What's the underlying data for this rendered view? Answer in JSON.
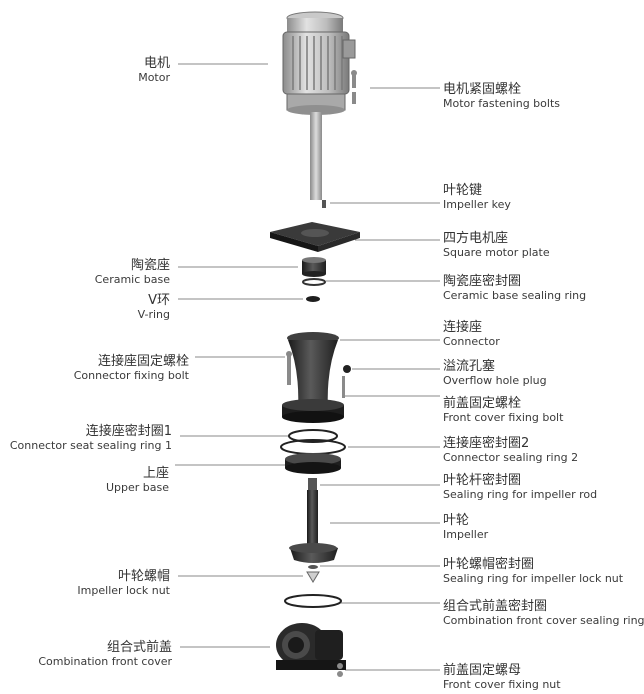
{
  "labels": {
    "motor": {
      "zh": "电机",
      "en": "Motor"
    },
    "motor_bolts": {
      "zh": "电机紧固螺栓",
      "en": "Motor fastening bolts"
    },
    "impeller_key": {
      "zh": "叶轮键",
      "en": "Impeller key"
    },
    "square_plate": {
      "zh": "四方电机座",
      "en": "Square motor plate"
    },
    "ceramic_base": {
      "zh": "陶瓷座",
      "en": "Ceramic base"
    },
    "ceramic_ring": {
      "zh": "陶瓷座密封圈",
      "en": "Ceramic base sealing ring"
    },
    "v_ring": {
      "zh": "V环",
      "en": "V-ring"
    },
    "connector": {
      "zh": "连接座",
      "en": "Connector"
    },
    "connector_bolt": {
      "zh": "连接座固定螺栓",
      "en": "Connector fixing bolt"
    },
    "overflow_plug": {
      "zh": "溢流孔塞",
      "en": "Overflow hole plug"
    },
    "front_cover_bolt": {
      "zh": "前盖固定螺栓",
      "en": "Front cover fixing bolt"
    },
    "conn_seat_ring1": {
      "zh": "连接座密封圈1",
      "en": "Connector seat sealing ring 1"
    },
    "conn_ring2": {
      "zh": "连接座密封圈2",
      "en": "Connector sealing ring 2"
    },
    "upper_base": {
      "zh": "上座",
      "en": "Upper base"
    },
    "rod_ring": {
      "zh": "叶轮杆密封圈",
      "en": "Sealing ring for impeller rod"
    },
    "impeller": {
      "zh": "叶轮",
      "en": "Impeller"
    },
    "lock_nut_ring": {
      "zh": "叶轮螺帽密封圈",
      "en": "Sealing ring for impeller lock nut"
    },
    "lock_nut": {
      "zh": "叶轮螺帽",
      "en": "Impeller lock nut"
    },
    "comb_ring": {
      "zh": "组合式前盖密封圈",
      "en": "Combination front cover sealing ring"
    },
    "comb_cover": {
      "zh": "组合式前盖",
      "en": "Combination front cover"
    },
    "front_cover_nut": {
      "zh": "前盖固定螺母",
      "en": "Front cover fixing nut"
    }
  },
  "colors": {
    "part_dark": "#2b2b2b",
    "part_mid": "#4a4a4a",
    "metal": "#b9b9b9",
    "line": "#777777"
  }
}
